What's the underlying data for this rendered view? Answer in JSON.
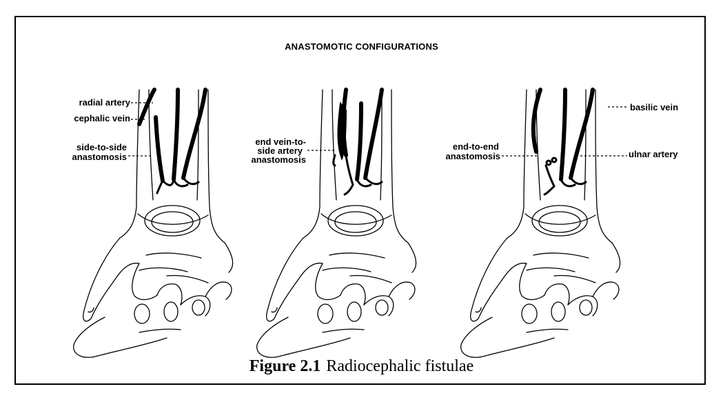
{
  "diagram": {
    "title": "ANASTOMOTIC CONFIGURATIONS",
    "panels": [
      {
        "labels": {
          "radial_artery": "radial artery",
          "cephalic_vein": "cephalic vein",
          "side_to_side_1": "side-to-side",
          "side_to_side_2": "anastomosis"
        }
      },
      {
        "labels": {
          "end_vein_1": "end vein-to-",
          "end_vein_2": "side artery",
          "end_vein_3": "anastomosis"
        }
      },
      {
        "labels": {
          "end_to_end_1": "end-to-end",
          "end_to_end_2": "anastomosis",
          "basilic_vein": "basilic vein",
          "ulnar_artery": "ulnar artery"
        }
      }
    ]
  },
  "caption": {
    "number": "Figure 2.1",
    "text": "Radiocephalic fistulae"
  }
}
